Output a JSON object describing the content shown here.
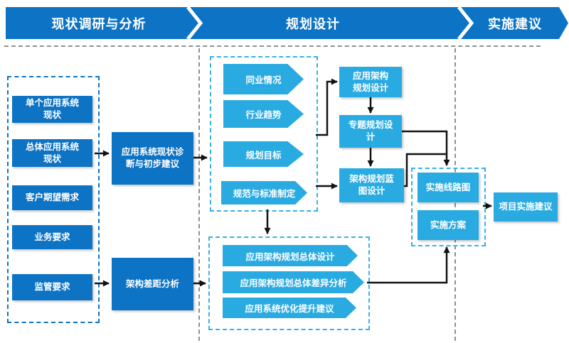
{
  "header": {
    "phases": [
      {
        "label": "现状调研与分析"
      },
      {
        "label": "规划设计"
      },
      {
        "label": "实施建议"
      }
    ]
  },
  "left_panel": {
    "items": [
      "单个应用系统\n现状",
      "总体应用系统\n现状",
      "客户期望需求",
      "业务要求",
      "监管要求"
    ]
  },
  "analysis": {
    "diagnosis": "应用系统现状诊\n断与初步建议",
    "gap": "架构差距分析"
  },
  "research": {
    "items": [
      "同业情况",
      "行业趋势",
      "规划目标",
      "规范与标准制定"
    ]
  },
  "design": {
    "app_arch": "应用架构\n规划设计",
    "special": "专题规划设\n计",
    "blueprint": "架构规划蓝\n图设计"
  },
  "overall": {
    "items": [
      "应用架构规划总体设计",
      "应用架构规划总体差异分析",
      "应用系统优化提升建议"
    ]
  },
  "implementation": {
    "roadmap": "实施线路图",
    "plan": "实施方案",
    "proposal": "项目实施建议"
  },
  "colors": {
    "primary_blue": "#0d73c4",
    "cyan": "#29abe2",
    "dashed_cyan_border": "#35b1e8",
    "divider_gray": "#8f8f8f",
    "connector_black": "#111111",
    "text_white": "#ffffff"
  }
}
